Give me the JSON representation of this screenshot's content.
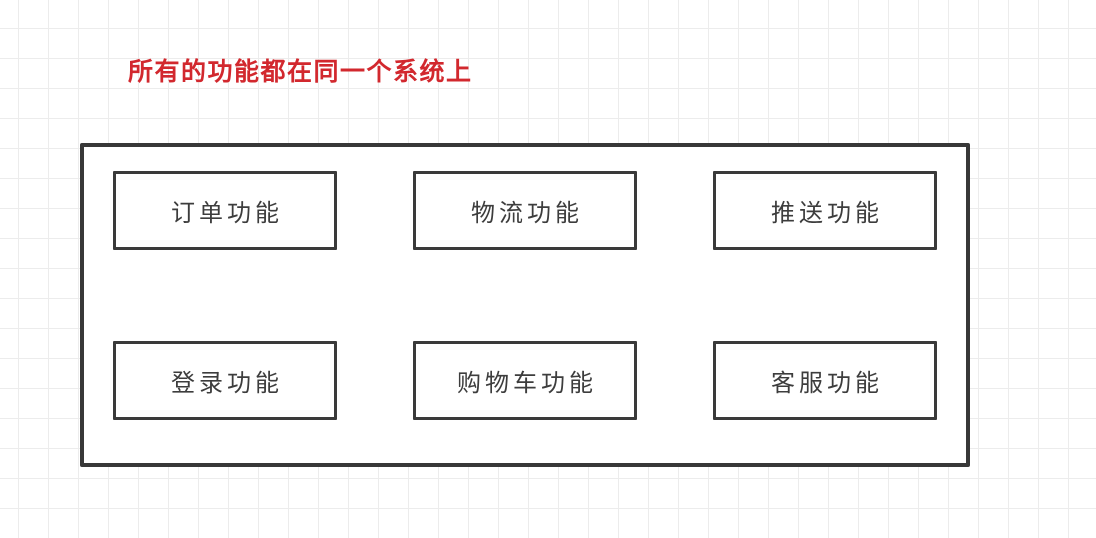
{
  "diagram": {
    "title": "所有的功能都在同一个系统上",
    "system": {
      "modules": [
        {
          "label": "订单功能"
        },
        {
          "label": "物流功能"
        },
        {
          "label": "推送功能"
        },
        {
          "label": "登录功能"
        },
        {
          "label": "购物车功能"
        },
        {
          "label": "客服功能"
        }
      ]
    },
    "colors": {
      "title_red": "#d2282e",
      "shape_border": "#3a3a3a",
      "shape_fill": "#ffffff",
      "label_text": "#3d3d3d",
      "grid_line": "#ececec",
      "canvas_background": "#ffffff"
    }
  }
}
